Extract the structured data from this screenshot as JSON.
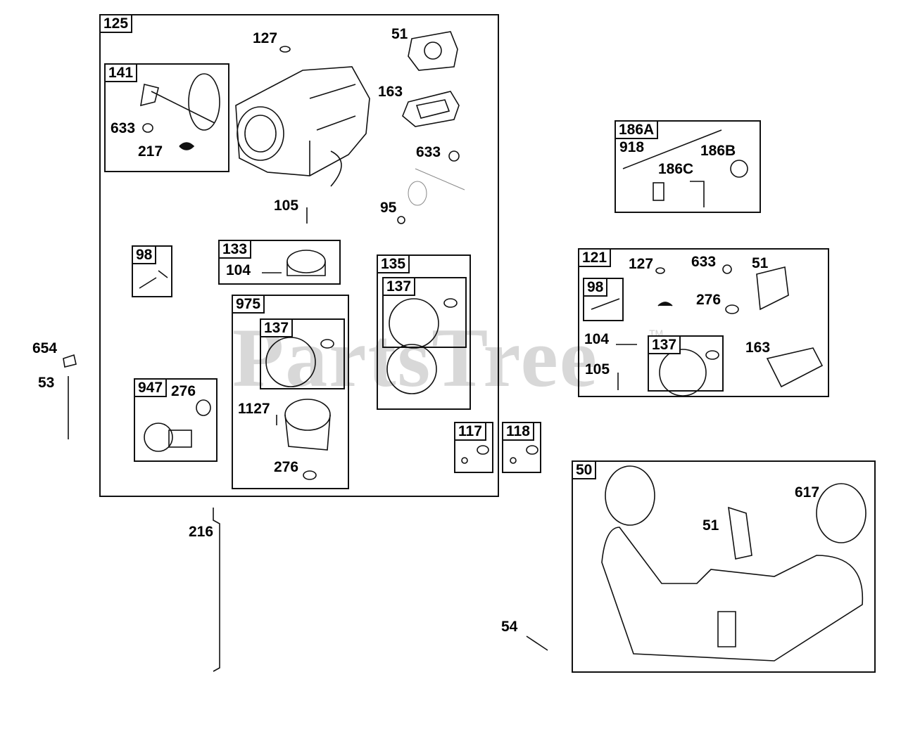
{
  "watermark": {
    "text": "PartsTree",
    "trademark": "TM"
  },
  "boxes": {
    "b125": "125",
    "b141": "141",
    "b98a": "98",
    "b133": "133",
    "b975": "975",
    "b137a": "137",
    "b135": "135",
    "b137b": "137",
    "b947": "947",
    "b117": "117",
    "b118": "118",
    "b186a": "186A",
    "b121": "121",
    "b98b": "98",
    "b137c": "137",
    "b50": "50"
  },
  "labels": {
    "l127a": "127",
    "l51a": "51",
    "l163a": "163",
    "l633a": "633",
    "l217": "217",
    "l633b": "633",
    "l105a": "105",
    "l95": "95",
    "l104a": "104",
    "l276a": "276",
    "l1127": "1127",
    "l276b": "276",
    "l654": "654",
    "l53": "53",
    "l216": "216",
    "l54": "54",
    "l918": "918",
    "l186b": "186B",
    "l186c": "186C",
    "l127b": "127",
    "l633c": "633",
    "l51b": "51",
    "l276c": "276",
    "l104b": "104",
    "l163b": "163",
    "l105b": "105",
    "l617": "617",
    "l51c": "51"
  }
}
